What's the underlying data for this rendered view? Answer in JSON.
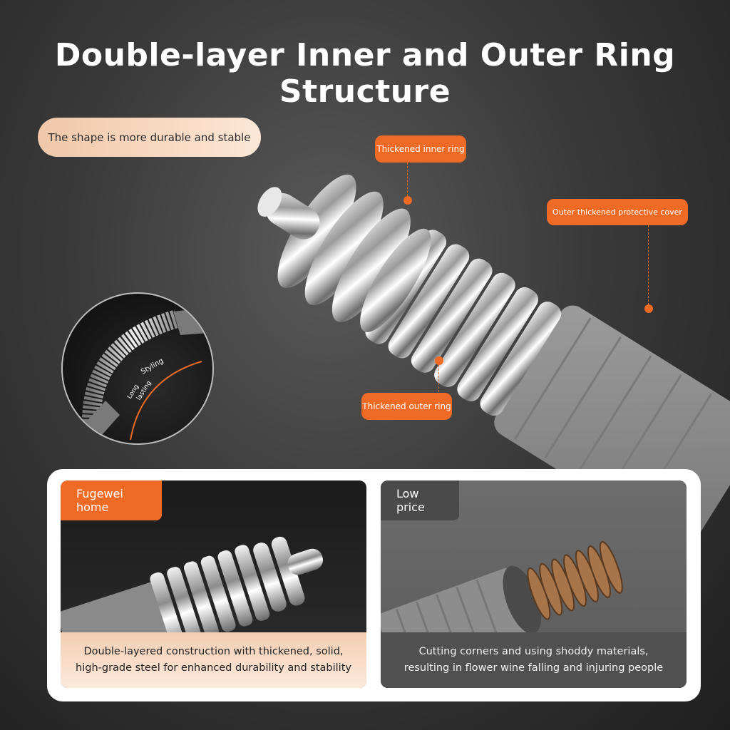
{
  "title": "Double-layer Inner and Outer Ring Structure",
  "feature_pill": "The shape is more durable and stable",
  "callouts": {
    "inner_ring": "Thickened inner ring",
    "outer_cover": "Outer thickened protective cover",
    "outer_ring": "Thickened outer ring"
  },
  "inset": {
    "label_line1": "Long",
    "label_line2": "lasting",
    "label_line3": "Styling"
  },
  "comparison": {
    "left": {
      "tag": "Fugewei home",
      "caption_line1": "Double-layered construction with thickened, solid,",
      "caption_line2": "high-grade steel for enhanced durability and stability"
    },
    "right": {
      "tag": "Low price",
      "caption_line1": "Cutting corners and using shoddy materials,",
      "caption_line2": "resulting in flower wine falling and injuring people"
    }
  },
  "colors": {
    "accent": "#ef6a24",
    "pill_gradient_start": "#f0c7a9",
    "pill_gradient_end": "#fde7d6"
  }
}
